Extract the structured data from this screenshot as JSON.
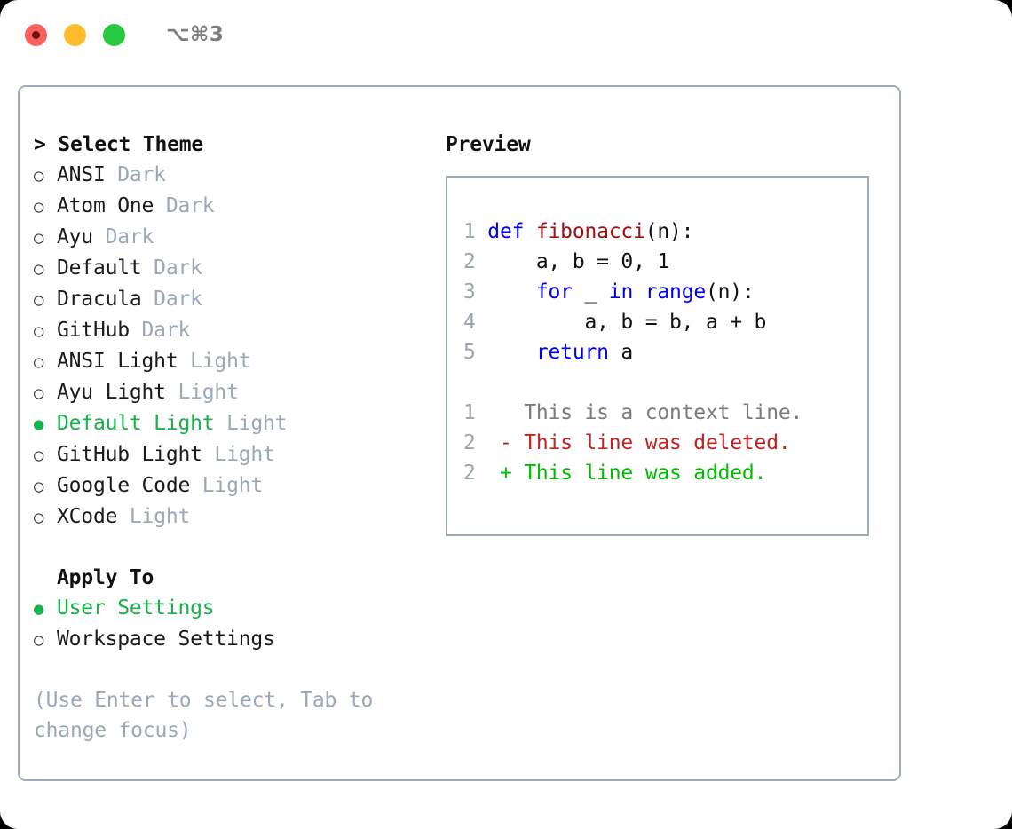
{
  "titlebar": {
    "shortcut": "⌥⌘3",
    "lights": [
      {
        "name": "close",
        "color": "#f9605b"
      },
      {
        "name": "minimize",
        "color": "#fdbc2c"
      },
      {
        "name": "maximize",
        "color": "#28c840"
      }
    ]
  },
  "theme_panel": {
    "header": "> Select Theme",
    "options": [
      {
        "marker": "○",
        "label": "ANSI",
        "tag": "Dark",
        "selected": false
      },
      {
        "marker": "○",
        "label": "Atom One",
        "tag": "Dark",
        "selected": false
      },
      {
        "marker": "○",
        "label": "Ayu",
        "tag": "Dark",
        "selected": false
      },
      {
        "marker": "○",
        "label": "Default",
        "tag": "Dark",
        "selected": false
      },
      {
        "marker": "○",
        "label": "Dracula",
        "tag": "Dark",
        "selected": false
      },
      {
        "marker": "○",
        "label": "GitHub",
        "tag": "Dark",
        "selected": false
      },
      {
        "marker": "○",
        "label": "ANSI Light",
        "tag": "Light",
        "selected": false
      },
      {
        "marker": "○",
        "label": "Ayu Light",
        "tag": "Light",
        "selected": false
      },
      {
        "marker": "●",
        "label": "Default Light",
        "tag": "Light",
        "selected": true
      },
      {
        "marker": "○",
        "label": "GitHub Light",
        "tag": "Light",
        "selected": false
      },
      {
        "marker": "○",
        "label": "Google Code",
        "tag": "Light",
        "selected": false
      },
      {
        "marker": "○",
        "label": "XCode",
        "tag": "Light",
        "selected": false
      }
    ],
    "apply_to": {
      "header": "Apply To",
      "options": [
        {
          "marker": "●",
          "label": "User Settings",
          "selected": true
        },
        {
          "marker": "○",
          "label": "Workspace Settings",
          "selected": false
        }
      ]
    },
    "hint": "(Use Enter to select, Tab to change focus)"
  },
  "preview": {
    "title": "Preview",
    "code_lines": [
      {
        "num": "1",
        "tokens": [
          {
            "t": "def ",
            "c": "k"
          },
          {
            "t": "fibonacci",
            "c": "fn"
          },
          {
            "t": "(n):",
            "c": "plain"
          }
        ]
      },
      {
        "num": "2",
        "tokens": [
          {
            "t": "    a, b = 0, 1",
            "c": "plain"
          }
        ]
      },
      {
        "num": "3",
        "tokens": [
          {
            "t": "    ",
            "c": "plain"
          },
          {
            "t": "for",
            "c": "k"
          },
          {
            "t": " _ ",
            "c": "plain"
          },
          {
            "t": "in",
            "c": "k"
          },
          {
            "t": " ",
            "c": "plain"
          },
          {
            "t": "range",
            "c": "k"
          },
          {
            "t": "(n):",
            "c": "plain"
          }
        ]
      },
      {
        "num": "4",
        "tokens": [
          {
            "t": "        a, b = b, a + b",
            "c": "plain"
          }
        ]
      },
      {
        "num": "5",
        "tokens": [
          {
            "t": "    ",
            "c": "plain"
          },
          {
            "t": "return",
            "c": "k"
          },
          {
            "t": " a",
            "c": "plain"
          }
        ]
      }
    ],
    "diff_lines": [
      {
        "num": "1",
        "sign": " ",
        "text": "This is a context line.",
        "kind": "ctx"
      },
      {
        "num": "2",
        "sign": "-",
        "text": "This line was deleted.",
        "kind": "del"
      },
      {
        "num": "2",
        "sign": "+",
        "text": "This line was added.",
        "kind": "add"
      }
    ]
  },
  "colors": {
    "accent_green": "#18b04a",
    "muted": "#9aa8b8",
    "border": "#9fabba",
    "keyword": "#0000ee",
    "function": "#a11010",
    "diff_deleted": "#c22222",
    "diff_added": "#00bb00"
  }
}
